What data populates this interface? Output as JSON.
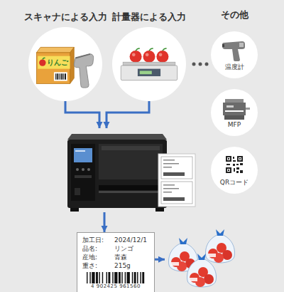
{
  "diagram": {
    "nodes": [
      {
        "text": [
          "スキャナによる入力"
        ]
      },
      {
        "text": [
          "計量器による入力"
        ]
      },
      {
        "text": [
          "温度計"
        ]
      },
      {
        "text": [
          "MFP"
        ]
      },
      {
        "text": [
          "QRコード"
        ]
      },
      {
        "text": []
      },
      {
        "text": [
          "加工日:",
          "2024/12/1",
          "品名:",
          "リンゴ",
          "産地:",
          "青森",
          "重さ:",
          "215g",
          "4 902425 961560"
        ]
      },
      {
        "text": []
      }
    ],
    "edges": [
      {
        "from": 0,
        "to": 5,
        "arrow": "to"
      },
      {
        "from": 1,
        "to": 5,
        "arrow": "to"
      },
      {
        "from": 5,
        "to": 6,
        "arrow": "to"
      },
      {
        "from": 6,
        "to": 7,
        "arrow": "to"
      }
    ],
    "labels": [
      "その他",
      "りんご"
    ]
  }
}
